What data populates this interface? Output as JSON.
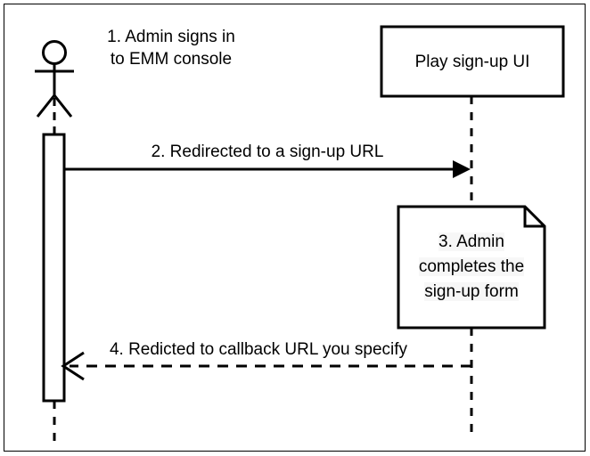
{
  "diagram": {
    "type": "uml-sequence-diagram",
    "background_color": "#ffffff",
    "line_color": "#000000",
    "note_fill_color": "#ffffff",
    "note_text_highlight_color": "#f7f7f7"
  },
  "actor": {
    "name": "admin-actor",
    "caption_line_1": "1. Admin signs in",
    "caption_line_2": "to EMM console"
  },
  "participant": {
    "label": "Play sign-up UI"
  },
  "note": {
    "line_1": "3. Admin",
    "line_2": "completes the",
    "line_3": "sign-up form"
  },
  "messages": [
    {
      "id": "message-2",
      "label": "2. Redirected to a sign-up URL",
      "style": "solid",
      "arrowhead": "filled",
      "direction": "right"
    },
    {
      "id": "message-4",
      "label": "4. Redicted to callback URL you specify",
      "style": "dashed",
      "arrowhead": "open",
      "direction": "left"
    }
  ]
}
